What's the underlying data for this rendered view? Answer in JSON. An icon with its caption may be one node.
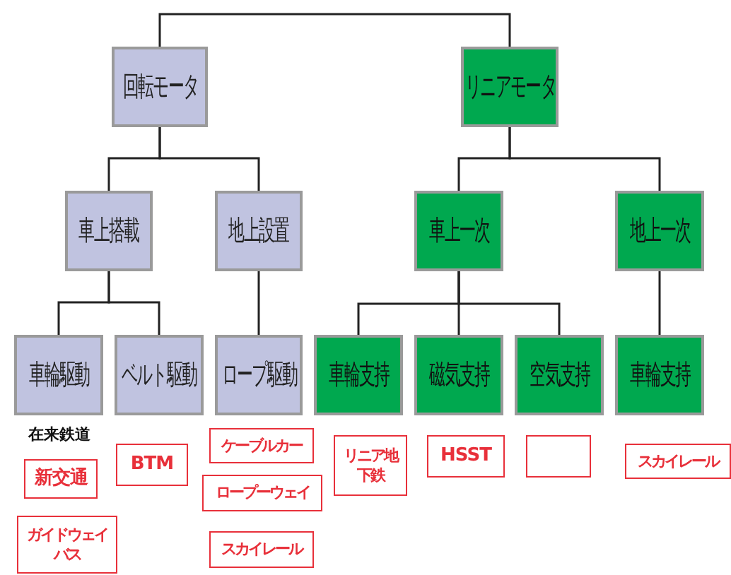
{
  "diagram": {
    "nodes": [
      {
        "text": [
          "回転モータ"
        ]
      },
      {
        "text": [
          "リニアモータ"
        ]
      },
      {
        "text": [
          "車上搭載"
        ]
      },
      {
        "text": [
          "地上設置"
        ]
      },
      {
        "text": [
          "車上一次"
        ]
      },
      {
        "text": [
          "地上一次"
        ]
      },
      {
        "text": [
          "車輪駆動"
        ]
      },
      {
        "text": [
          "ベルト駆動"
        ]
      },
      {
        "text": [
          "ロープ駆動"
        ]
      },
      {
        "text": [
          "車輪支持"
        ]
      },
      {
        "text": [
          "磁気支持"
        ]
      },
      {
        "text": [
          "空気支持"
        ]
      },
      {
        "text": [
          "車輪支持"
        ]
      },
      {
        "text": [
          "新交通"
        ]
      },
      {
        "text": [
          "ガイドウェイバス"
        ]
      },
      {
        "text": [
          "BTM"
        ]
      },
      {
        "text": [
          "ケーブルカー"
        ]
      },
      {
        "text": [
          "ロープーウェイ"
        ]
      },
      {
        "text": [
          "スカイレール"
        ]
      },
      {
        "text": [
          "リニア地下鉄"
        ]
      },
      {
        "text": [
          "HSST"
        ]
      },
      {
        "text": [],
        "shape": "box"
      },
      {
        "text": [
          "スカイレール"
        ]
      }
    ],
    "edges": [
      {
        "from": 0,
        "to": 1,
        "arrow": "none"
      },
      {
        "from": 0,
        "to": 2,
        "arrow": "none"
      },
      {
        "from": 0,
        "to": 3,
        "arrow": "none"
      },
      {
        "from": 1,
        "to": 4,
        "arrow": "none"
      },
      {
        "from": 1,
        "to": 5,
        "arrow": "none"
      },
      {
        "from": 2,
        "to": 6,
        "arrow": "none"
      },
      {
        "from": 2,
        "to": 7,
        "arrow": "none"
      },
      {
        "from": 3,
        "to": 8,
        "arrow": "none"
      },
      {
        "from": 4,
        "to": 9,
        "arrow": "none"
      },
      {
        "from": 4,
        "to": 10,
        "arrow": "none"
      },
      {
        "from": 4,
        "to": 11,
        "arrow": "none"
      },
      {
        "from": 5,
        "to": 12,
        "arrow": "none"
      }
    ],
    "labels": [
      "在来鉄道"
    ]
  }
}
